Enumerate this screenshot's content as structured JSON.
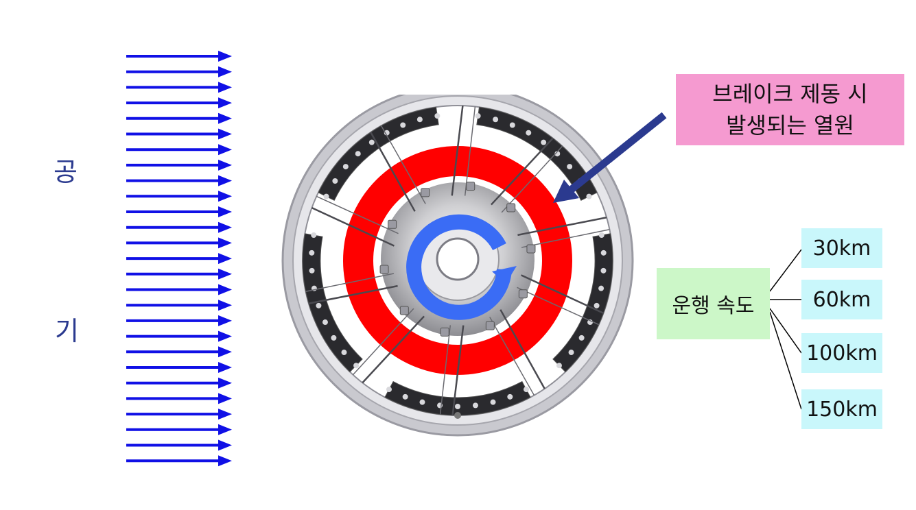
{
  "left_label": {
    "top": "공",
    "bottom": "기"
  },
  "heat_callout": {
    "line1": "브레이크 제동 시",
    "line2": "발생되는 열원"
  },
  "speed": {
    "label": "운행 속도",
    "options": [
      "30km",
      "60km",
      "100km",
      "150km"
    ]
  },
  "colors": {
    "air_arrow": "#1010e6",
    "heat_ring": "#ff0000",
    "rotation": "#3a6cf5",
    "callout_arrow": "#2b3a8f",
    "heat_box": "#f59ad0",
    "speed_box": "#ccf7c8",
    "speed_option": "#c9f7fb"
  }
}
